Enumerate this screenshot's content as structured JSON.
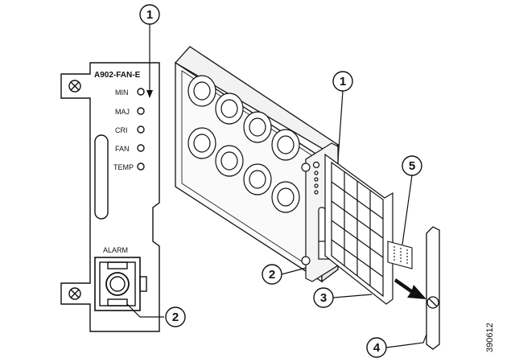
{
  "panel": {
    "title": "A902-FAN-E",
    "leds": [
      "MIN",
      "MAJ",
      "CRI",
      "FAN",
      "TEMP"
    ],
    "alarm_label": "ALARM"
  },
  "callouts": [
    "1",
    "2",
    "1",
    "2",
    "3",
    "4",
    "5"
  ],
  "figure_id": "390612",
  "colors": {
    "line": "#111111",
    "background": "#ffffff",
    "shade": "#e6e6e6"
  }
}
